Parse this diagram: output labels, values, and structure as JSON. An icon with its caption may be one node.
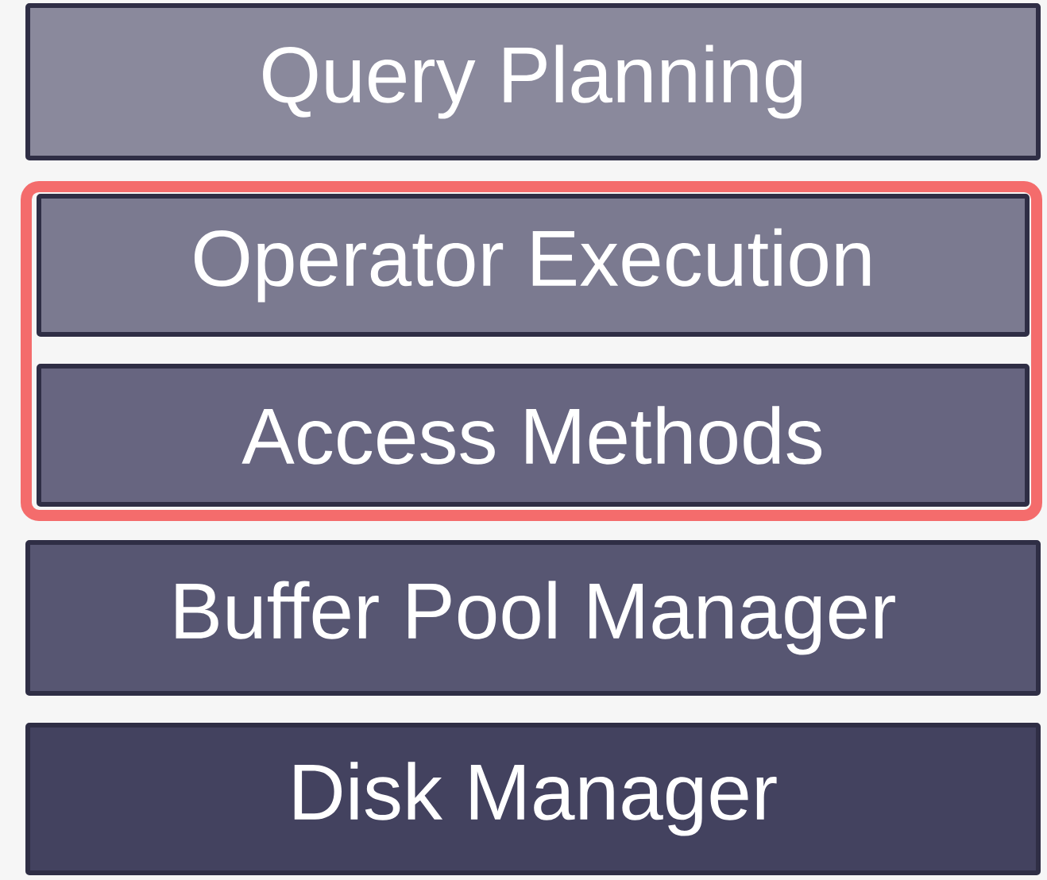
{
  "diagram": {
    "nodes": [
      {
        "text": [
          "Query Planning"
        ]
      },
      {
        "text": [],
        "shape": "box"
      },
      {
        "text": [
          "Operator Execution"
        ],
        "in": 1
      },
      {
        "text": [
          "Access Methods"
        ],
        "in": 1
      },
      {
        "text": [
          "Buffer Pool Manager"
        ]
      },
      {
        "text": [
          "Disk Manager"
        ]
      }
    ]
  }
}
